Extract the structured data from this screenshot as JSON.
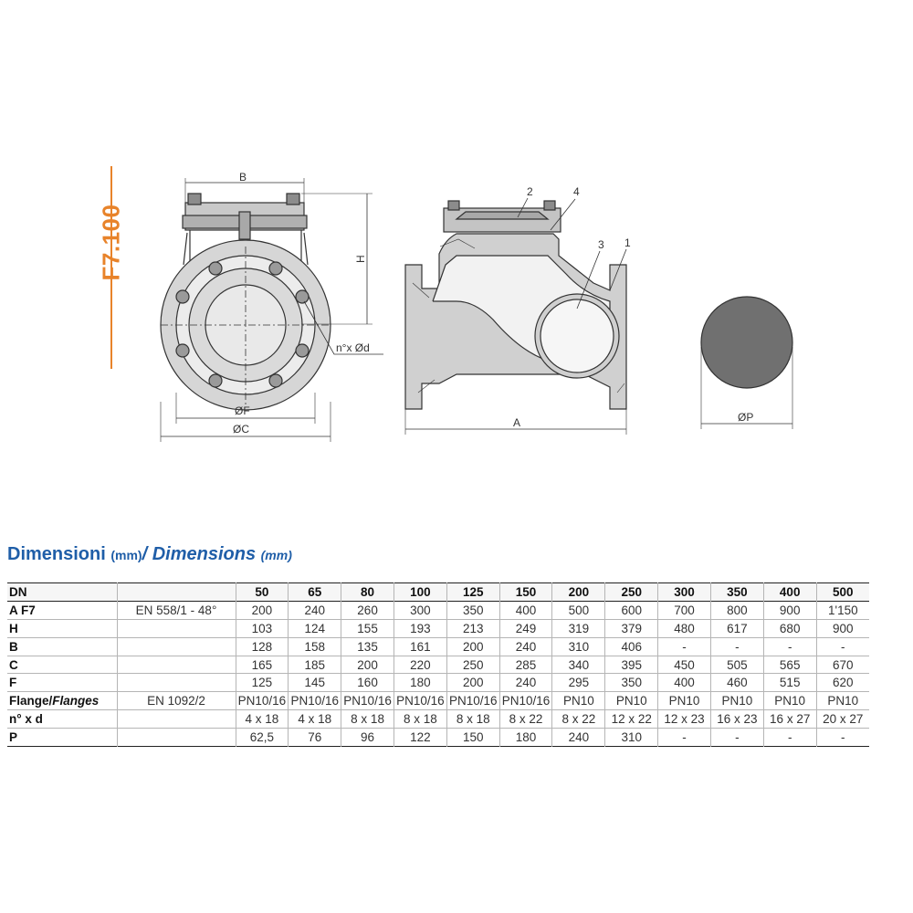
{
  "product": {
    "code": "F7.100"
  },
  "drawing_labels": {
    "b": "B",
    "h": "H",
    "f": "ØF",
    "c": "ØC",
    "nxd": "n°x Ød",
    "a": "A",
    "p": "ØP",
    "n1": "1",
    "n2": "2",
    "n3": "3",
    "n4": "4"
  },
  "section": {
    "title_it": "Dimensioni",
    "unit_it": "(mm)",
    "slash": "/",
    "title_en": "Dimensions",
    "unit_en": "(mm)"
  },
  "table": {
    "header": {
      "label": "DN",
      "standard": "",
      "values": [
        "50",
        "65",
        "80",
        "100",
        "125",
        "150",
        "200",
        "250",
        "300",
        "350",
        "400",
        "500"
      ]
    },
    "rows": [
      {
        "label": "A F7",
        "standard": "EN 558/1 - 48°",
        "values": [
          "200",
          "240",
          "260",
          "300",
          "350",
          "400",
          "500",
          "600",
          "700",
          "800",
          "900",
          "1'150"
        ]
      },
      {
        "label": "H",
        "standard": "",
        "values": [
          "103",
          "124",
          "155",
          "193",
          "213",
          "249",
          "319",
          "379",
          "480",
          "617",
          "680",
          "900"
        ]
      },
      {
        "label": "B",
        "standard": "",
        "values": [
          "128",
          "158",
          "135",
          "161",
          "200",
          "240",
          "310",
          "406",
          "-",
          "-",
          "-",
          "-"
        ]
      },
      {
        "label": "C",
        "standard": "",
        "values": [
          "165",
          "185",
          "200",
          "220",
          "250",
          "285",
          "340",
          "395",
          "450",
          "505",
          "565",
          "670"
        ]
      },
      {
        "label": "F",
        "standard": "",
        "values": [
          "125",
          "145",
          "160",
          "180",
          "200",
          "240",
          "295",
          "350",
          "400",
          "460",
          "515",
          "620"
        ]
      },
      {
        "label": "Flange/",
        "label_it": "Flanges",
        "standard": "EN 1092/2",
        "values": [
          "PN10/16",
          "PN10/16",
          "PN10/16",
          "PN10/16",
          "PN10/16",
          "PN10/16",
          "PN10",
          "PN10",
          "PN10",
          "PN10",
          "PN10",
          "PN10"
        ]
      },
      {
        "label": "n° x d",
        "standard": "",
        "values": [
          "4 x 18",
          "4 x 18",
          "8 x 18",
          "8 x 18",
          "8 x 18",
          "8 x 22",
          "8 x 22",
          "12 x 22",
          "12 x 23",
          "16 x 23",
          "16 x 27",
          "20 x 27"
        ]
      },
      {
        "label": "P",
        "standard": "",
        "values": [
          "62,5",
          "76",
          "96",
          "122",
          "150",
          "180",
          "240",
          "310",
          "-",
          "-",
          "-",
          "-"
        ]
      }
    ]
  },
  "colors": {
    "accent": "#e8832a",
    "heading": "#1f5ea8",
    "line": "#333333"
  }
}
